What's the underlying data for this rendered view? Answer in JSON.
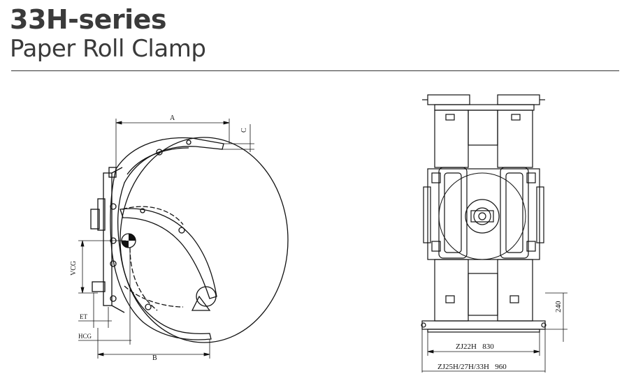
{
  "header": {
    "title": "33H-series",
    "subtitle": "Paper Roll Clamp"
  },
  "side_view": {
    "dim_a": "A",
    "dim_b": "B",
    "dim_c": "C",
    "dim_vcg": "VCG",
    "dim_et": "ET",
    "dim_hcg": "HCG"
  },
  "front_view": {
    "dim_240": "240",
    "width_1": "ZJ22H   830",
    "width_2": "ZJ25H/27H/33H   960"
  },
  "colors": {
    "ink": "#111111",
    "title": "#3a3a3a"
  }
}
